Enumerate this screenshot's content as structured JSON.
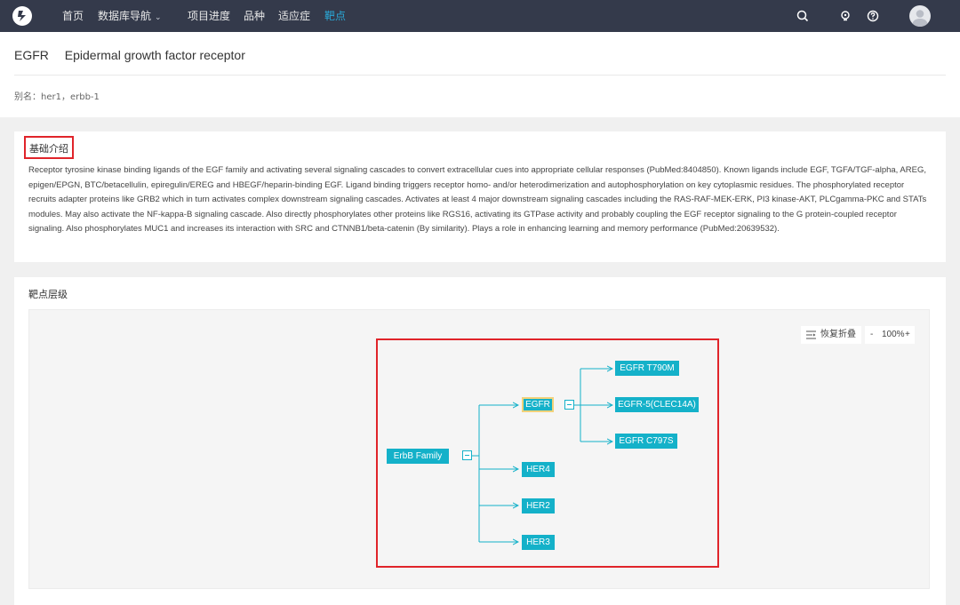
{
  "nav": {
    "items": [
      {
        "label": "首页"
      },
      {
        "label": "数据库导航"
      },
      {
        "label": "项目进度"
      },
      {
        "label": "品种"
      },
      {
        "label": "适应症"
      },
      {
        "label": "靶点"
      }
    ],
    "active_index": 5,
    "icons": [
      "search-icon",
      "bulb-icon",
      "help-icon",
      "avatar"
    ]
  },
  "target": {
    "symbol": "EGFR",
    "name": "Epidermal growth factor receptor",
    "alias": "别名：her1，erbb-1"
  },
  "intro": {
    "title": "基础介绍",
    "text": "Receptor tyrosine kinase binding ligands of the EGF family and activating several signaling cascades to convert extracellular cues into appropriate cellular responses (PubMed:8404850). Known ligands include EGF, TGFA/TGF-alpha, AREG, epigen/EPGN, BTC/betacellulin, epiregulin/EREG and HBEGF/heparin-binding EGF. Ligand binding triggers receptor homo- and/or heterodimerization and autophosphorylation on key cytoplasmic residues. The phosphorylated receptor recruits adapter proteins like GRB2 which in turn activates complex downstream signaling cascades. Activates at least 4 major downstream signaling cascades including the RAS-RAF-MEK-ERK, PI3 kinase-AKT, PLCgamma-PKC and STATs modules. May also activate the NF-kappa-B signaling cascade. Also directly phosphorylates other proteins like RGS16, activating its GTPase activity and probably coupling the EGF receptor signaling to the G protein-coupled receptor signaling. Also phosphorylates MUC1 and increases its interaction with SRC and CTNNB1/beta-catenin (By similarity). Plays a role in enhancing learning and memory performance (PubMed:20639532)."
  },
  "hierarchy": {
    "title": "靶点层级",
    "toolbar": {
      "restore_label": "恢复折叠",
      "zoom_minus": "-",
      "zoom_value": "100%",
      "zoom_plus": "+"
    },
    "tree": {
      "root": "ErbB Family",
      "children": [
        "EGFR",
        "HER4",
        "HER2",
        "HER3"
      ],
      "selected": "EGFR",
      "egfr_children": [
        "EGFR T790M",
        "EGFR-5(CLEC14A)",
        "EGFR C797S"
      ]
    }
  },
  "colors": {
    "nav_bg": "#343a4b",
    "accent": "#2aa7d6",
    "node": "#14b1c9",
    "highlight": "#e0242a",
    "selected_border": "#f2d27a"
  }
}
